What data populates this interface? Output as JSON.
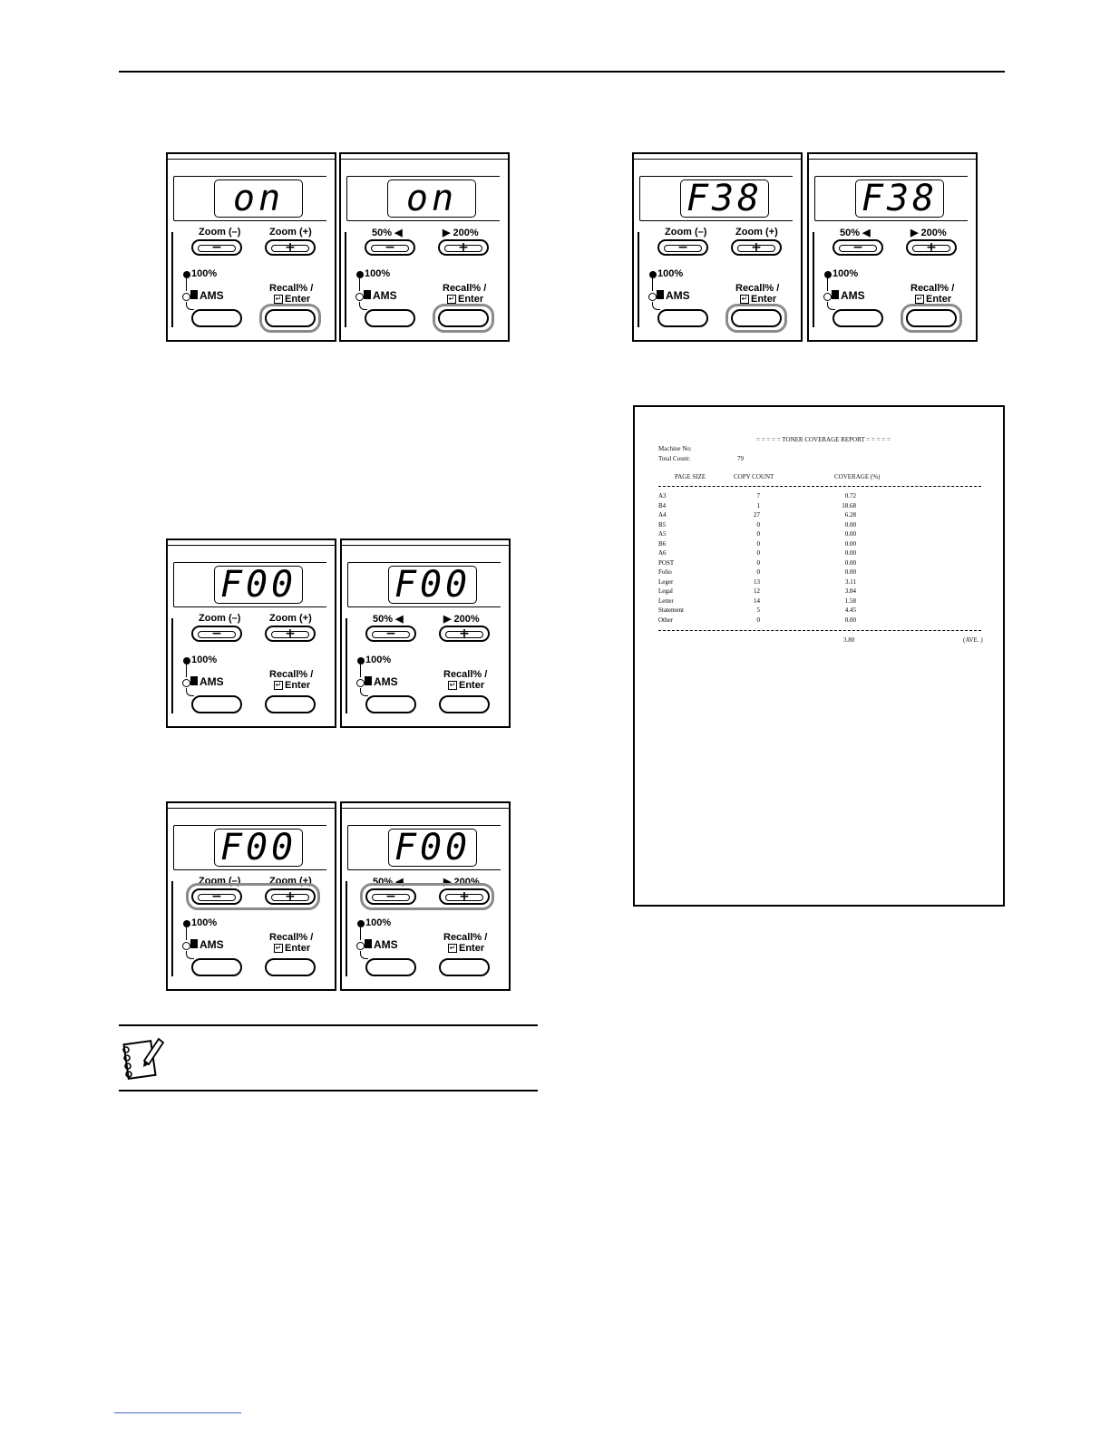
{
  "panels": {
    "p1a": {
      "display": "on",
      "zoom_minus": "Zoom (–)",
      "zoom_plus": "Zoom (+)",
      "pct": "100%",
      "ams": "AMS",
      "recall": "Recall% /",
      "enter": "Enter"
    },
    "p1b": {
      "display": "on",
      "zoom_minus": "50% ◀",
      "zoom_plus": "▶ 200%",
      "pct": "100%",
      "ams": "AMS",
      "recall": "Recall% /",
      "enter": "Enter"
    },
    "p2a": {
      "display": "F38",
      "zoom_minus": "Zoom (–)",
      "zoom_plus": "Zoom (+)",
      "pct": "100%",
      "ams": "AMS",
      "recall": "Recall% /",
      "enter": "Enter"
    },
    "p2b": {
      "display": "F38",
      "zoom_minus": "50% ◀",
      "zoom_plus": "▶ 200%",
      "pct": "100%",
      "ams": "AMS",
      "recall": "Recall% /",
      "enter": "Enter"
    },
    "p3a": {
      "display": "F00",
      "zoom_minus": "Zoom (–)",
      "zoom_plus": "Zoom (+)",
      "pct": "100%",
      "ams": "AMS",
      "recall": "Recall% /",
      "enter": "Enter"
    },
    "p3b": {
      "display": "F00",
      "zoom_minus": "50% ◀",
      "zoom_plus": "▶ 200%",
      "pct": "100%",
      "ams": "AMS",
      "recall": "Recall% /",
      "enter": "Enter"
    },
    "p4a": {
      "display": "F00",
      "zoom_minus": "Zoom (–)",
      "zoom_plus": "Zoom (+)",
      "pct": "100%",
      "ams": "AMS",
      "recall": "Recall% /",
      "enter": "Enter"
    },
    "p4b": {
      "display": "F00",
      "zoom_minus": "50% ◀",
      "zoom_plus": "▶ 200%",
      "pct": "100%",
      "ams": "AMS",
      "recall": "Recall% /",
      "enter": "Enter"
    }
  },
  "report": {
    "title": "= = = = =  TONER COVERAGE REPORT  = = = = =",
    "machine_label": "Machine No:",
    "total_label": "Total Count:",
    "total_value": "79",
    "headers": {
      "size": "PAGE SIZE",
      "count": "COPY COUNT",
      "coverage": "COVERAGE (%)"
    },
    "rows": [
      {
        "size": "A3",
        "count": "7",
        "coverage": "0.72"
      },
      {
        "size": "B4",
        "count": "1",
        "coverage": "18.68"
      },
      {
        "size": "A4",
        "count": "27",
        "coverage": "6.28"
      },
      {
        "size": "B5",
        "count": "0",
        "coverage": "0.00"
      },
      {
        "size": "A5",
        "count": "0",
        "coverage": "0.00"
      },
      {
        "size": "B6",
        "count": "0",
        "coverage": "0.00"
      },
      {
        "size": "A6",
        "count": "0",
        "coverage": "0.00"
      },
      {
        "size": "POST",
        "count": "0",
        "coverage": "0.00"
      },
      {
        "size": "Folio",
        "count": "0",
        "coverage": "0.00"
      },
      {
        "size": "Leger",
        "count": "13",
        "coverage": "3.11"
      },
      {
        "size": "Legal",
        "count": "12",
        "coverage": "3.84"
      },
      {
        "size": "Letter",
        "count": "14",
        "coverage": "1.58"
      },
      {
        "size": "Statement",
        "count": "5",
        "coverage": "4.45"
      },
      {
        "size": "Other",
        "count": "0",
        "coverage": "0.00"
      }
    ],
    "avg_value": "3.80",
    "avg_label": "(AVE. )"
  },
  "icons": {
    "note": "notepad-pencil-icon",
    "enter": "enter-key-icon",
    "ams": "ams-document-icon"
  }
}
